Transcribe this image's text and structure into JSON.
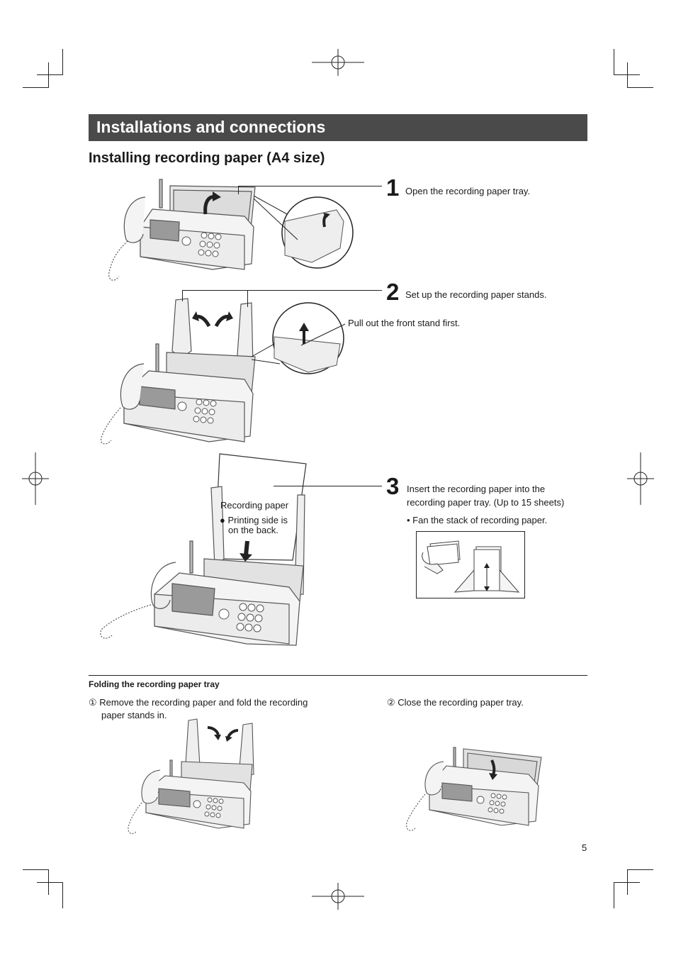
{
  "section_title": "Installations and connections",
  "subsection_title": "Installing recording paper (A4 size)",
  "steps": [
    {
      "number": "1",
      "text": "Open the recording paper tray."
    },
    {
      "number": "2",
      "text": "Set up the recording paper stands.",
      "callout": "Pull out the front stand first."
    },
    {
      "number": "3",
      "text_line1": "Insert the recording paper into the",
      "text_line2": "recording paper tray. (Up to 15 sheets)",
      "bullet": "• Fan the stack of recording paper."
    }
  ],
  "paper_label": {
    "title": "Recording paper",
    "bullet_line1": "● Printing side is",
    "bullet_line2": "on the back."
  },
  "folding": {
    "title": "Folding the recording paper tray",
    "step1_line1": "① Remove the recording paper and fold the recording",
    "step1_line2": "paper stands in.",
    "step2": "② Close the recording paper tray."
  },
  "page_number": "5"
}
